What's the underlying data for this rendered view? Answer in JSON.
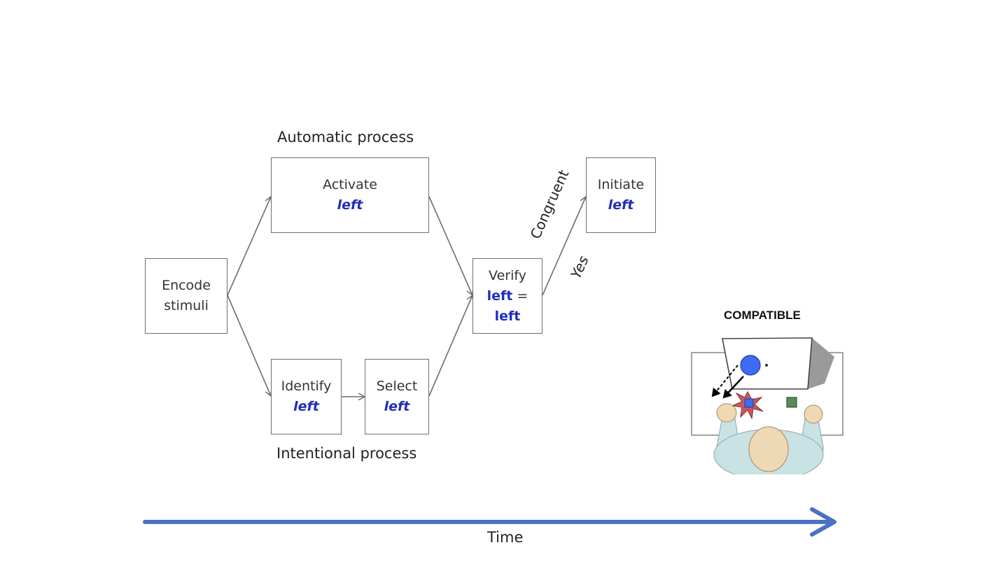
{
  "automatic_label": "Automatic process",
  "intentional_label": "Intentional process",
  "encode": {
    "line1": "Encode",
    "line2": "stimuli"
  },
  "activate": {
    "title": "Activate",
    "value": "left"
  },
  "identify": {
    "title": "Identify",
    "value": "left"
  },
  "select": {
    "title": "Select",
    "value": "left"
  },
  "verify": {
    "title": "Verify",
    "value1": "left",
    "eq": "=",
    "value2": "left"
  },
  "initiate": {
    "title": "Initiate",
    "value": "left"
  },
  "congruent_label": "Congruent",
  "yes_label": "Yes",
  "compatible_label": "COMPATIBLE",
  "time_label": "Time",
  "colors": {
    "time_arrow": "#4a72c4",
    "value_text": "#1f2fb6",
    "stimulus_dot": "#3d6cf0",
    "person_body": "#c9e2e4",
    "person_skin": "#efd8b4"
  }
}
